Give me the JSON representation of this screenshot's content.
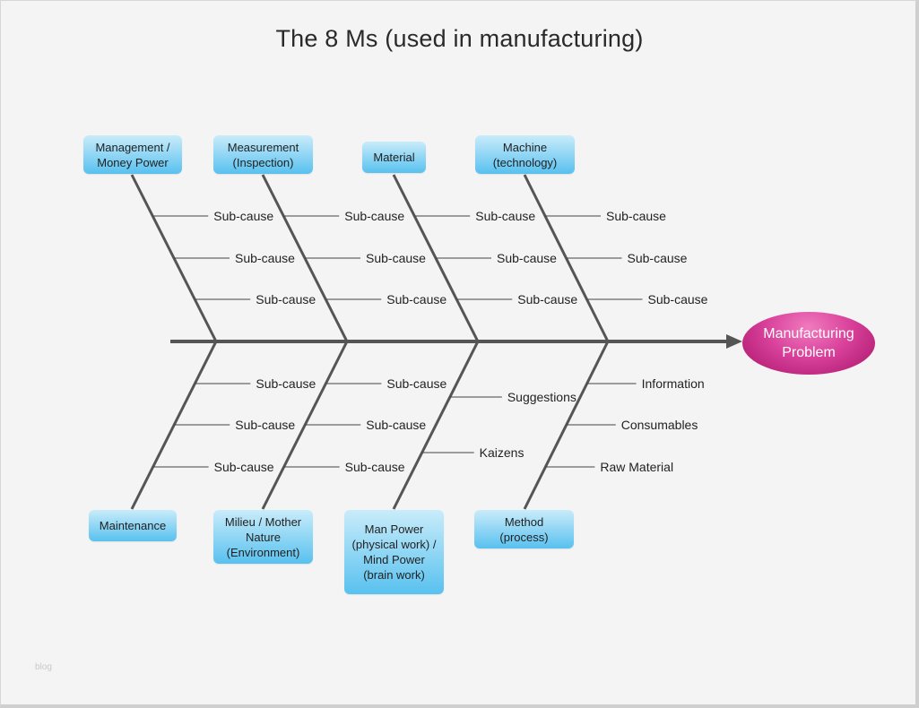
{
  "title": "The 8 Ms (used in manufacturing)",
  "effect": {
    "label": "Manufacturing Problem",
    "color": "#c8207f"
  },
  "colors": {
    "category_box_top": "#c9ecfa",
    "category_box_bottom": "#58c1ef",
    "bone": "#555555",
    "background": "#f4f4f4"
  },
  "categories": [
    {
      "id": "management",
      "side": "top",
      "label": "Management / Money Power",
      "causes": [
        "Sub-cause",
        "Sub-cause",
        "Sub-cause"
      ]
    },
    {
      "id": "measurement",
      "side": "top",
      "label": "Measurement (Inspection)",
      "causes": [
        "Sub-cause",
        "Sub-cause",
        "Sub-cause"
      ]
    },
    {
      "id": "material",
      "side": "top",
      "label": "Material",
      "causes": [
        "Sub-cause",
        "Sub-cause",
        "Sub-cause"
      ]
    },
    {
      "id": "machine",
      "side": "top",
      "label": "Machine (technology)",
      "causes": [
        "Sub-cause",
        "Sub-cause",
        "Sub-cause"
      ]
    },
    {
      "id": "maintenance",
      "side": "bottom",
      "label": "Maintenance",
      "causes": [
        "Sub-cause",
        "Sub-cause",
        "Sub-cause"
      ]
    },
    {
      "id": "milieu",
      "side": "bottom",
      "label": "Milieu / Mother Nature (Environment)",
      "causes": [
        "Sub-cause",
        "Sub-cause",
        "Sub-cause"
      ]
    },
    {
      "id": "man-power",
      "side": "bottom",
      "label": "Man Power (physical work) / Mind Power (brain work)",
      "causes": [
        "Suggestions",
        "Kaizens"
      ]
    },
    {
      "id": "method",
      "side": "bottom",
      "label": "Method (process)",
      "causes": [
        "Information",
        "Consumables",
        "Raw Material"
      ]
    }
  ],
  "watermark": "blog"
}
